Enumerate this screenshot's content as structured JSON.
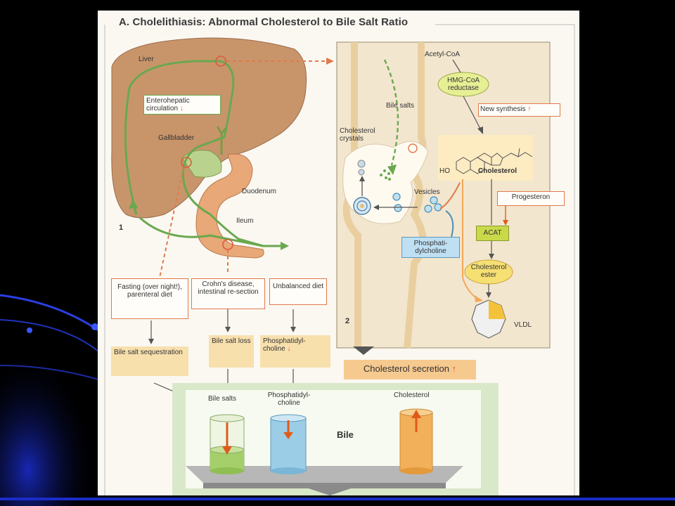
{
  "title": "A. Cholelithiasis: Abnormal Cholesterol to Bile Salt Ratio",
  "panel1": {
    "number": "1",
    "liver": "Liver",
    "enterohepatic": "Enterohepatic circulation",
    "gallbladder": "Gallbladder",
    "duodenum": "Duodenum",
    "ileum": "Ileum"
  },
  "panel2": {
    "number": "2",
    "acetyl_coa": "Acetyl-CoA",
    "hmg_coa": "HMG-CoA reductase",
    "new_synthesis": "New synthesis",
    "bile_salts": "Bile salts",
    "cholesterol_crystals": "Cholesterol crystals",
    "ho": "HO",
    "cholesterol": "Cholesterol",
    "vesicles": "Vesicles",
    "progesteron": "Progesteron",
    "acat": "ACAT",
    "phosphatidylcholine": "Phosphati-dylcholine",
    "cholesterol_ester": "Cholesterol ester",
    "vldl": "VLDL"
  },
  "causes": {
    "fasting": "Fasting (over night!), parenteral diet",
    "crohns": "Crohn's disease, intestinal re-section",
    "unbalanced": "Unbalanced diet"
  },
  "effects": {
    "bile_salt_sequestration": "Bile salt sequestration",
    "bile_salt_loss": "Bile salt loss",
    "phosphatidylcholine_down": "Phosphatidyl-choline",
    "cholesterol_secretion": "Cholesterol secretion"
  },
  "bile": {
    "label": "Bile",
    "bile_salts": "Bile salts",
    "phosphatidylcholine": "Phosphatidyl-choline",
    "cholesterol": "Cholesterol"
  },
  "symbols": {
    "down": "↓",
    "up": "↑",
    "down_arrow": "⬇",
    "up_arrow": "⬆"
  },
  "colors": {
    "liver": "#c8956b",
    "green_path": "#6aa84f",
    "orange": "#e07a4a",
    "panel_bg": "#f3e6cf",
    "yellow_box": "#f8e0ad",
    "acat": "#c9d94a",
    "cyl_green": "#a4cf6a",
    "cyl_blue": "#9ccde6",
    "cyl_orange": "#f3b05a"
  }
}
